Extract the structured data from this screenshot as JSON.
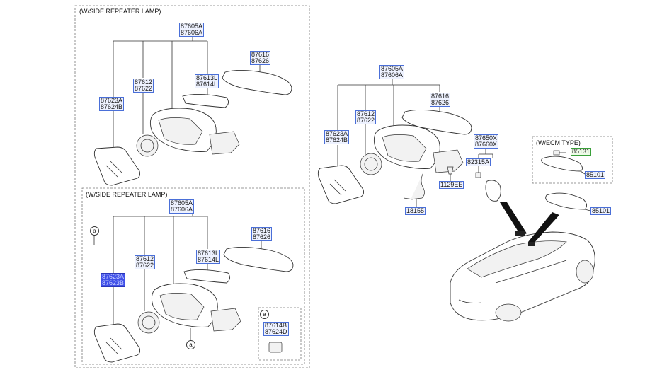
{
  "captions": {
    "top_left": "(W/SIDE REPEATER LAMP)",
    "bottom_left": "(W/SIDE REPEATER LAMP)",
    "ecm": "(W/ECM TYPE)"
  },
  "callouts": {
    "a": "a"
  },
  "panel_tl": {
    "housing": [
      "87605A",
      "87606A"
    ],
    "cover": [
      "87616",
      "87626"
    ],
    "repeater": [
      "87613L",
      "87614L"
    ],
    "actuator": [
      "87612",
      "87622"
    ],
    "glass": [
      "87623A",
      "87624B"
    ]
  },
  "panel_bl": {
    "housing": [
      "87605A",
      "87606A"
    ],
    "cover": [
      "87616",
      "87626"
    ],
    "repeater": [
      "87613L",
      "87614L"
    ],
    "actuator": [
      "87612",
      "87622"
    ],
    "glass": [
      "87623A",
      "87623B"
    ],
    "detail_bulb": [
      "87614B",
      "87624D"
    ]
  },
  "panel_center": {
    "housing": [
      "87605A",
      "87606A"
    ],
    "cover": [
      "87616",
      "87626"
    ],
    "actuator": [
      "87612",
      "87622"
    ],
    "glass": [
      "87623A",
      "87624B"
    ],
    "inside_mirror": [
      "87650X",
      "87660X"
    ],
    "cover_mirror": "82315A",
    "screw": "1129EE",
    "harness": "18155"
  },
  "panel_ecm": {
    "part1": "85131",
    "part2": "85101"
  },
  "car": {
    "room_mirror": "85101"
  }
}
